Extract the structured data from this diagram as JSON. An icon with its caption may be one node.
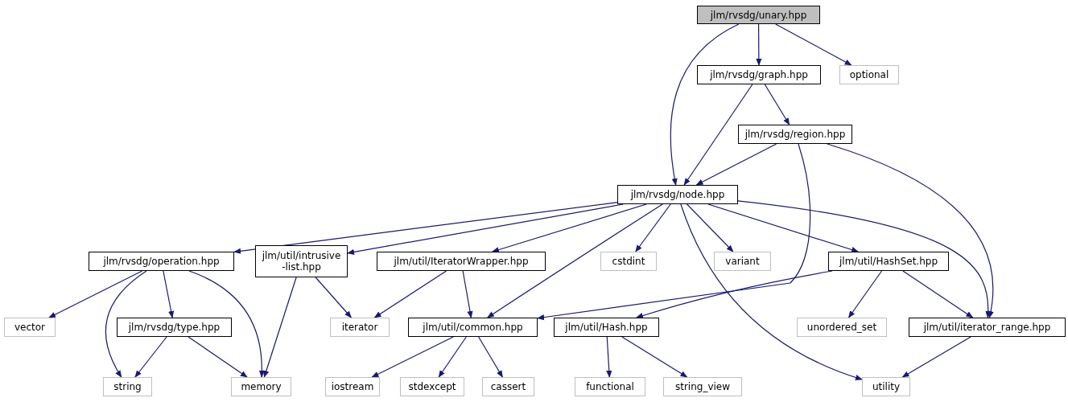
{
  "diagram": {
    "nodes": [
      {
        "text": [
          "jlm/rvsdg/unary.hpp"
        ]
      },
      {
        "text": [
          "jlm/rvsdg/graph.hpp"
        ]
      },
      {
        "text": [
          "optional"
        ]
      },
      {
        "text": [
          "jlm/rvsdg/region.hpp"
        ]
      },
      {
        "text": [
          "jlm/rvsdg/node.hpp"
        ]
      },
      {
        "text": [
          "jlm/rvsdg/operation.hpp"
        ]
      },
      {
        "text": [
          "jlm/util/intrusive -list.hpp"
        ]
      },
      {
        "text": [
          "jlm/util/IteratorWrapper.hpp"
        ]
      },
      {
        "text": [
          "cstdint"
        ]
      },
      {
        "text": [
          "variant"
        ]
      },
      {
        "text": [
          "jlm/util/HashSet.hpp"
        ]
      },
      {
        "text": [
          "vector"
        ]
      },
      {
        "text": [
          "jlm/rvsdg/type.hpp"
        ]
      },
      {
        "text": [
          "iterator"
        ]
      },
      {
        "text": [
          "jlm/util/common.hpp"
        ]
      },
      {
        "text": [
          "jlm/util/Hash.hpp"
        ]
      },
      {
        "text": [
          "unordered_set"
        ]
      },
      {
        "text": [
          "jlm/util/iterator_range.hpp"
        ]
      },
      {
        "text": [
          "string"
        ]
      },
      {
        "text": [
          "memory"
        ]
      },
      {
        "text": [
          "iostream"
        ]
      },
      {
        "text": [
          "stdexcept"
        ]
      },
      {
        "text": [
          "cassert"
        ]
      },
      {
        "text": [
          "functional"
        ]
      },
      {
        "text": [
          "string_view"
        ]
      },
      {
        "text": [
          "utility"
        ]
      }
    ],
    "edges": [
      {
        "from": 0,
        "to": 1,
        "arrow": "to"
      },
      {
        "from": 0,
        "to": 2,
        "arrow": "to"
      },
      {
        "from": 0,
        "to": 4,
        "arrow": "to"
      },
      {
        "from": 1,
        "to": 4,
        "arrow": "to"
      },
      {
        "from": 1,
        "to": 3,
        "arrow": "to"
      },
      {
        "from": 3,
        "to": 4,
        "arrow": "to"
      },
      {
        "from": 3,
        "to": 14,
        "arrow": "to"
      },
      {
        "from": 3,
        "to": 17,
        "arrow": "to"
      },
      {
        "from": 4,
        "to": 5,
        "arrow": "to"
      },
      {
        "from": 4,
        "to": 6,
        "arrow": "to"
      },
      {
        "from": 4,
        "to": 7,
        "arrow": "to"
      },
      {
        "from": 4,
        "to": 8,
        "arrow": "to"
      },
      {
        "from": 4,
        "to": 9,
        "arrow": "to"
      },
      {
        "from": 4,
        "to": 10,
        "arrow": "to"
      },
      {
        "from": 4,
        "to": 17,
        "arrow": "to"
      },
      {
        "from": 4,
        "to": 14,
        "arrow": "to"
      },
      {
        "from": 4,
        "to": 25,
        "arrow": "to"
      },
      {
        "from": 5,
        "to": 11,
        "arrow": "to"
      },
      {
        "from": 5,
        "to": 12,
        "arrow": "to"
      },
      {
        "from": 5,
        "to": 18,
        "arrow": "to"
      },
      {
        "from": 5,
        "to": 19,
        "arrow": "to"
      },
      {
        "from": 6,
        "to": 19,
        "arrow": "to"
      },
      {
        "from": 6,
        "to": 13,
        "arrow": "to"
      },
      {
        "from": 7,
        "to": 13,
        "arrow": "to"
      },
      {
        "from": 7,
        "to": 14,
        "arrow": "to"
      },
      {
        "from": 10,
        "to": 15,
        "arrow": "to"
      },
      {
        "from": 10,
        "to": 16,
        "arrow": "to"
      },
      {
        "from": 10,
        "to": 17,
        "arrow": "to"
      },
      {
        "from": 12,
        "to": 18,
        "arrow": "to"
      },
      {
        "from": 12,
        "to": 19,
        "arrow": "to"
      },
      {
        "from": 14,
        "to": 20,
        "arrow": "to"
      },
      {
        "from": 14,
        "to": 21,
        "arrow": "to"
      },
      {
        "from": 14,
        "to": 22,
        "arrow": "to"
      },
      {
        "from": 15,
        "to": 23,
        "arrow": "to"
      },
      {
        "from": 15,
        "to": 24,
        "arrow": "to"
      },
      {
        "from": 17,
        "to": 25,
        "arrow": "to"
      }
    ]
  }
}
